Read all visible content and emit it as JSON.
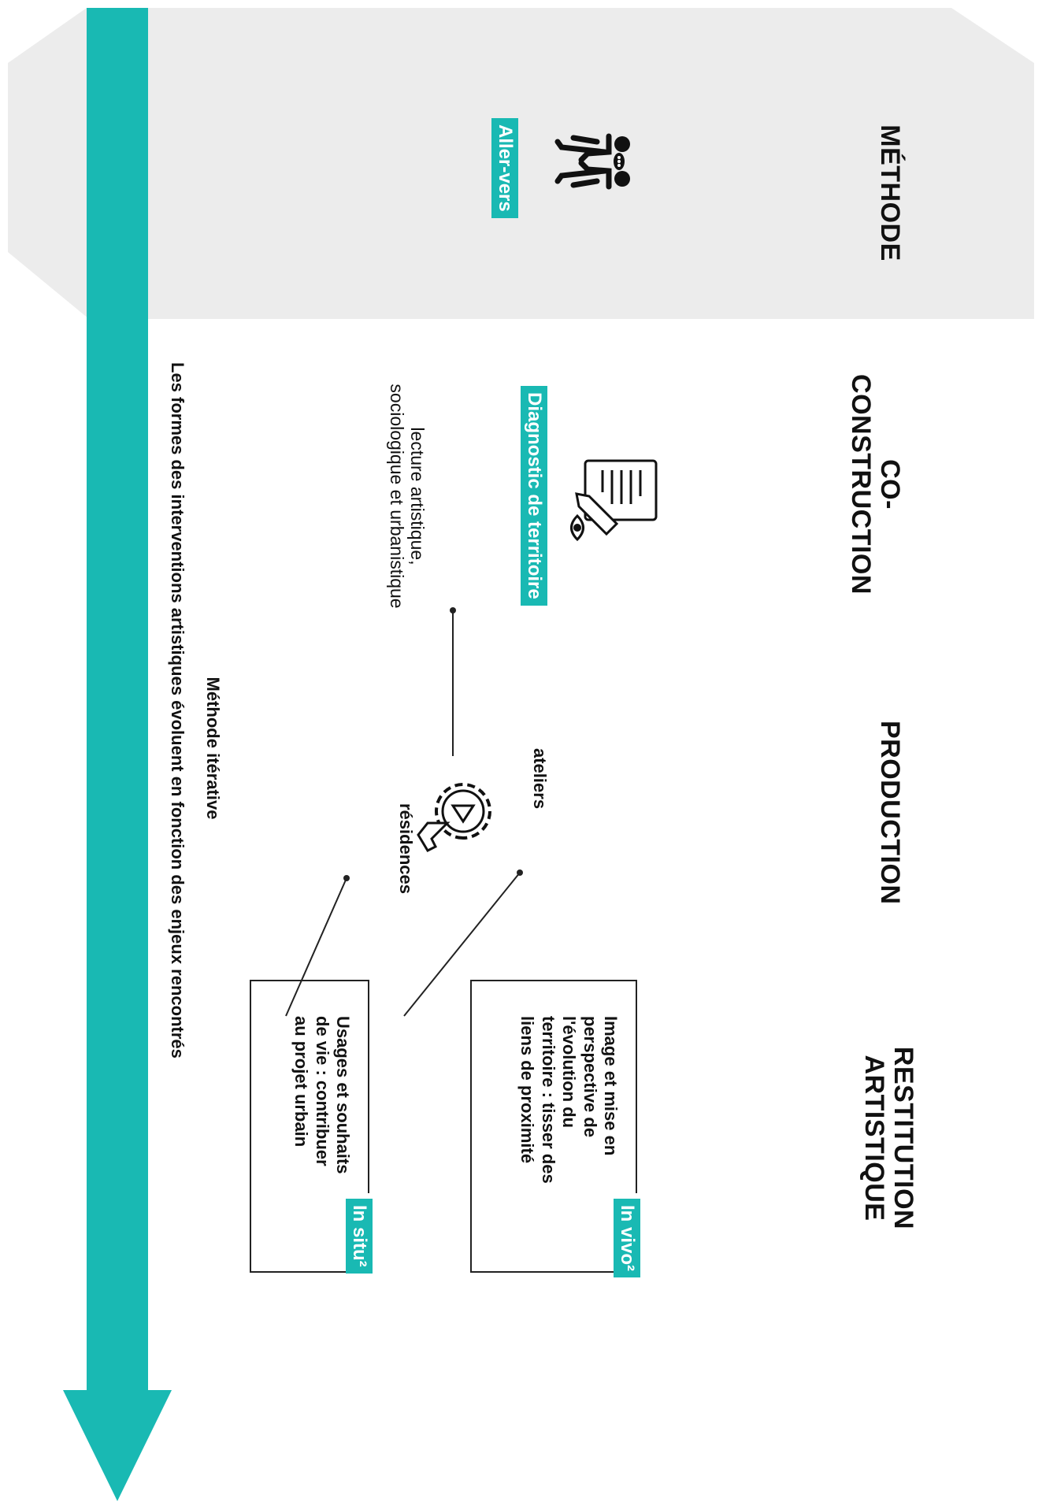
{
  "headers": {
    "methode": "MÉTHODE",
    "co_construction": "CO-CONSTRUCTION",
    "production": "PRODUCTION",
    "restitution": "RESTITUTION\nARTISTIQUE"
  },
  "tags": {
    "aller_vers": "Aller-vers",
    "diagnostic": "Diagnostic de territoire",
    "in_vivo": "In vivo²",
    "in_situ": "In situ²"
  },
  "labels": {
    "lecture": "lecture artistique,\nsociologique et urbanistique",
    "ateliers": "ateliers",
    "residences": "résidences",
    "image_mise": "Image et mise en\nperspective de\nl'évolution du\nterritoire : tisser des\nliens de proximité",
    "usages": "Usages et souhaits\nde vie : contribuer\nau projet urbain",
    "methode_iterative": "Méthode itérative",
    "formes": "Les formes des interventions artistiques évoluent en fonction des enjeux rencontrés"
  },
  "icons": {
    "people": "two-people-talking-icon",
    "document": "document-eye-pen-icon",
    "gear": "gear-hand-icon"
  },
  "colors": {
    "teal": "#19b9b3",
    "panel": "#ececec",
    "text": "#111111"
  }
}
